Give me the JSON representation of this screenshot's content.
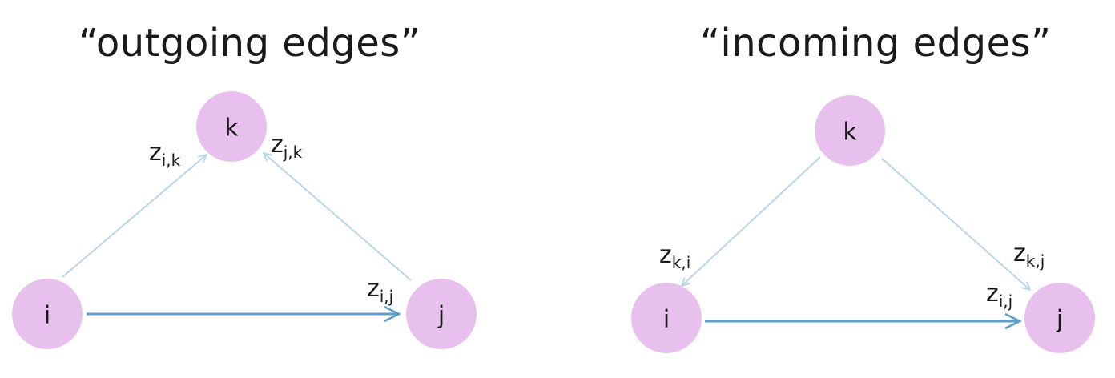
{
  "titles": {
    "left": "“outgoing edges”",
    "right": "“incoming edges”"
  },
  "colors": {
    "node_fill": "#e8c0ee",
    "edge_light": "#b6d6ea",
    "edge_dark": "#5b9fcc"
  },
  "left_diagram": {
    "nodes": {
      "k": "k",
      "i": "i",
      "j": "j"
    },
    "edges": [
      {
        "from": "i",
        "to": "k",
        "label_main": "z",
        "label_sub": "i,k"
      },
      {
        "from": "j",
        "to": "k",
        "label_main": "z",
        "label_sub": "j,k"
      },
      {
        "from": "i",
        "to": "j",
        "label_main": "z",
        "label_sub": "i,j"
      }
    ]
  },
  "right_diagram": {
    "nodes": {
      "k": "k",
      "i": "i",
      "j": "j"
    },
    "edges": [
      {
        "from": "k",
        "to": "i",
        "label_main": "z",
        "label_sub": "k,i"
      },
      {
        "from": "k",
        "to": "j",
        "label_main": "z",
        "label_sub": "k,j"
      },
      {
        "from": "i",
        "to": "j",
        "label_main": "z",
        "label_sub": "i,j"
      }
    ]
  }
}
